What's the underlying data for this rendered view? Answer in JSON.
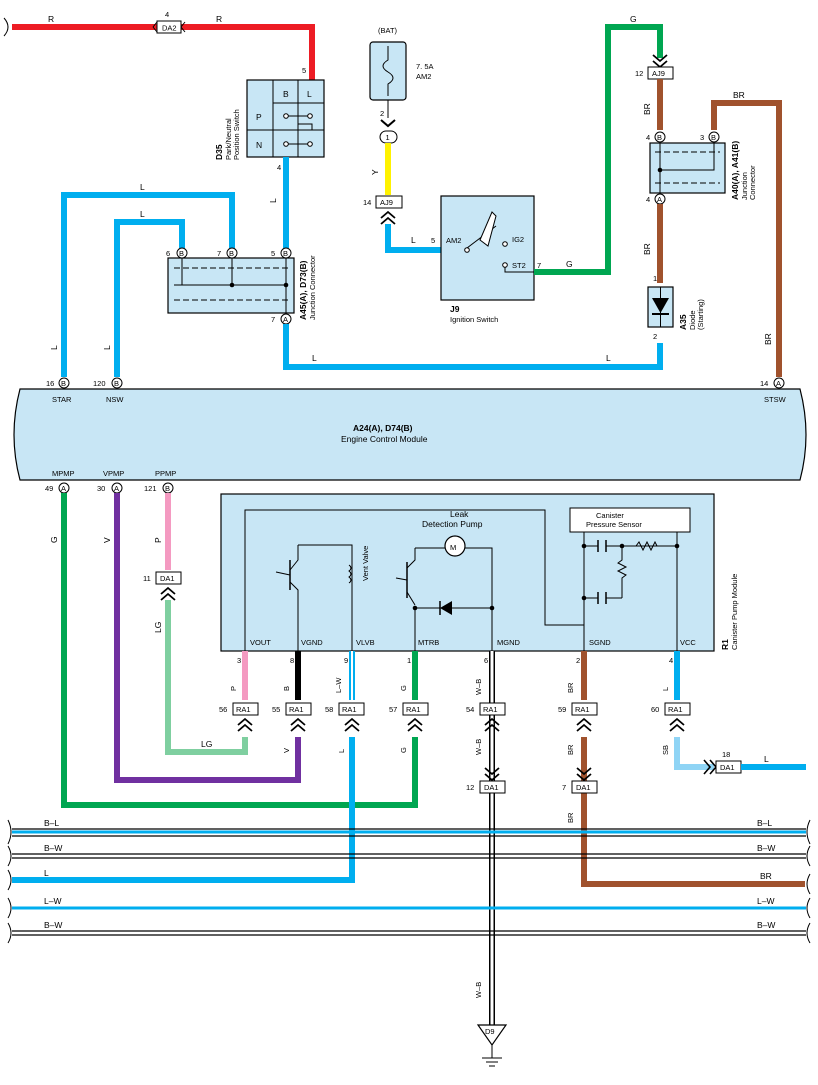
{
  "colors": {
    "R": "#ed1c24",
    "G": "#00a651",
    "L": "#00aeef",
    "Y": "#fff200",
    "BR": "#a0522d",
    "V": "#7030a0",
    "P": "#f49ac1",
    "LG": "#7fcfa0",
    "B": "#000000",
    "SB": "#8fd4f5",
    "module_fill": "#c8e6f5"
  },
  "ecm": {
    "code": "A24(A), D74(B)",
    "name": "Engine Control Module",
    "pins_top": [
      {
        "num": "16",
        "conn": "B",
        "label": "STAR"
      },
      {
        "num": "120",
        "conn": "B",
        "label": "NSW"
      },
      {
        "num": "14",
        "conn": "A",
        "label": "STSW"
      }
    ],
    "pins_bottom": [
      {
        "num": "49",
        "conn": "A",
        "label": "MPMP"
      },
      {
        "num": "30",
        "conn": "A",
        "label": "VPMP"
      },
      {
        "num": "121",
        "conn": "B",
        "label": "PPMP"
      }
    ]
  },
  "d35": {
    "code": "D35",
    "name1": "Park/Neutral",
    "name2": "Position Switch",
    "col_b": "B",
    "col_l": "L",
    "row_p": "P",
    "row_n": "N",
    "pin_top": "5",
    "pin_bottom": "4"
  },
  "fuse": {
    "source": "(BAT)",
    "rating": "7. 5A",
    "name": "AM2",
    "pin_top": "2",
    "pin_bottom": "1",
    "pin_conn": "1"
  },
  "j9": {
    "code": "J9",
    "name": "Ignition Switch",
    "t_am2": "AM2",
    "t_ig2": "IG2",
    "t_st2": "ST2",
    "pin_am2": "5",
    "pin_st2": "7"
  },
  "jc_a45": {
    "code": "A45(A), D73(B)",
    "name": "Junction Connector",
    "p6": "6",
    "p7": "7",
    "p5": "5",
    "p7b": "7",
    "c_b": "B",
    "c_a": "A"
  },
  "jc_a40": {
    "code": "A40(A), A41(B)",
    "name": "Junction",
    "name2": "Connector",
    "p4": "4",
    "p3": "3",
    "p4b": "4",
    "c_b": "B",
    "c_a": "A"
  },
  "a35": {
    "code": "A35",
    "name": "Diode",
    "name2": "(Starting)",
    "p1": "1",
    "p2": "2"
  },
  "connectors": {
    "da2": {
      "label": "DA2",
      "pin": "4"
    },
    "aj9_top": {
      "label": "AJ9",
      "pin": "12"
    },
    "aj9_left": {
      "label": "AJ9",
      "pin": "14"
    },
    "da1_pp": {
      "label": "DA1",
      "pin": "11"
    },
    "ra1": [
      {
        "label": "RA1",
        "pin": "56"
      },
      {
        "label": "RA1",
        "pin": "55"
      },
      {
        "label": "RA1",
        "pin": "58"
      },
      {
        "label": "RA1",
        "pin": "57"
      },
      {
        "label": "RA1",
        "pin": "54"
      },
      {
        "label": "RA1",
        "pin": "59"
      },
      {
        "label": "RA1",
        "pin": "60"
      }
    ],
    "da1_12": {
      "label": "DA1",
      "pin": "12"
    },
    "da1_7": {
      "label": "DA1",
      "pin": "7"
    },
    "da1_18": {
      "label": "DA1",
      "pin": "18"
    },
    "ground": {
      "label": "D9"
    }
  },
  "r1": {
    "code": "R1",
    "name": "Canister Pump Module",
    "pump1": "Leak",
    "pump2": "Detection Pump",
    "motor": "M",
    "vent": "Vent Valve",
    "sensor1": "Canister",
    "sensor2": "Pressure Sensor",
    "terminals": [
      {
        "label": "VOUT",
        "pin": "3"
      },
      {
        "label": "VGND",
        "pin": "8"
      },
      {
        "label": "VLVB",
        "pin": "9"
      },
      {
        "label": "MTRB",
        "pin": "1"
      },
      {
        "label": "MGND",
        "pin": "6"
      },
      {
        "label": "SGND",
        "pin": "2"
      },
      {
        "label": "VCC",
        "pin": "4"
      }
    ]
  },
  "wires": {
    "R": "R",
    "G": "G",
    "BR": "BR",
    "Y": "Y",
    "L": "L",
    "V": "V",
    "P": "P",
    "LG": "LG",
    "B": "B",
    "LW": "L–W",
    "WB": "W–B",
    "SB": "SB",
    "BL": "B–L",
    "BW": "B–W"
  }
}
